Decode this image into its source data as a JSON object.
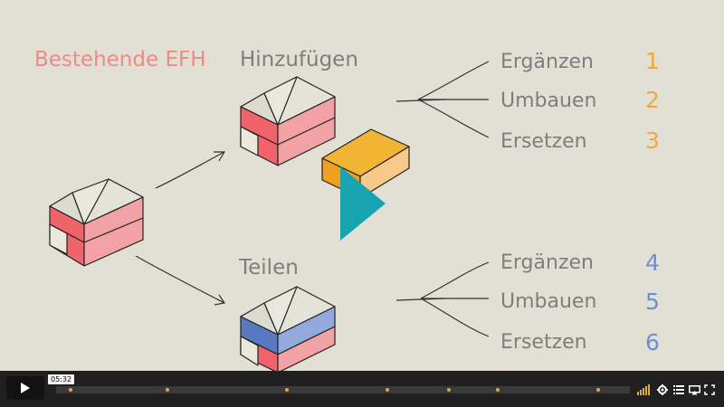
{
  "labels": {
    "existing": "Bestehende EFH",
    "add": "Hinzufügen",
    "split": "Teilen"
  },
  "options": [
    {
      "label": "Ergänzen",
      "number": "1"
    },
    {
      "label": "Umbauen",
      "number": "2"
    },
    {
      "label": "Ersetzen",
      "number": "3"
    },
    {
      "label": "Ergänzen",
      "number": "4"
    },
    {
      "label": "Umbauen",
      "number": "5"
    },
    {
      "label": "Ersetzen",
      "number": "6"
    }
  ],
  "colors": {
    "background": "#e2e0d5",
    "title_red": "#ee8a87",
    "house_red": "#f0636b",
    "house_pink": "#f2a1a4",
    "number_orange": "#f0a93a",
    "number_blue": "#6d8ecf",
    "box_orange": "#f0a020",
    "play_teal": "#18a3b0",
    "house_blue": "#6a86c7"
  },
  "player": {
    "current_time": "05:32",
    "played_fraction": 0.0
  },
  "icons": [
    "play-icon",
    "volume-icon",
    "settings-icon",
    "chapters-icon",
    "airplay-icon",
    "fullscreen-icon"
  ]
}
